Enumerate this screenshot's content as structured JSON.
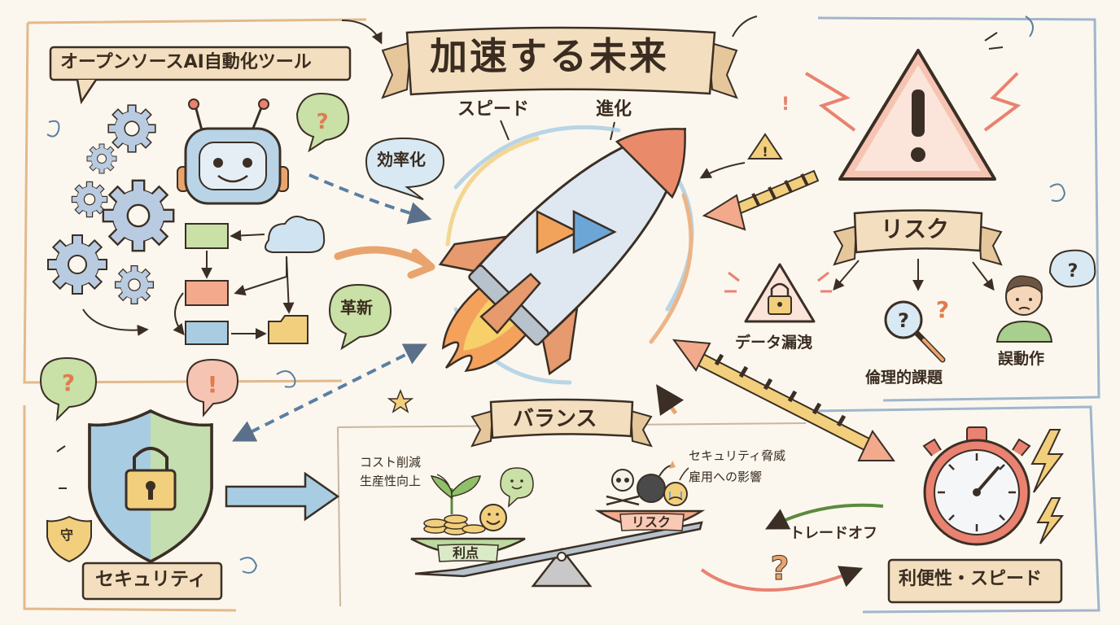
{
  "title": "加速する未来",
  "rocket_tags": {
    "speed": "スピード",
    "evolution": "進化"
  },
  "left_panel": {
    "title": "オープンソースAI自動化ツール",
    "bubble_efficiency": "効率化",
    "bubble_innovation": "革新"
  },
  "risk_panel": {
    "title": "リスク",
    "items": [
      "データ漏洩",
      "倫理的課題",
      "誤動作"
    ]
  },
  "security": {
    "label": "セキュリティ",
    "small_badge": "守"
  },
  "balance": {
    "title": "バランス",
    "benefit_notes": [
      "コスト削減",
      "生産性向上"
    ],
    "risk_notes": [
      "セキュリティ脅威",
      "雇用への影響"
    ],
    "benefit_pan": "利点",
    "risk_pan": "リスク"
  },
  "tradeoff": {
    "label": "トレードオフ",
    "box": "利便性・スピード"
  },
  "colors": {
    "ink": "#3b2f25",
    "banner": "#f3dfbf",
    "orange": "#e9a46e",
    "blue": "#a8cde3",
    "green": "#bcd9a0",
    "red": "#e98270",
    "yellow": "#f2cf7c"
  }
}
